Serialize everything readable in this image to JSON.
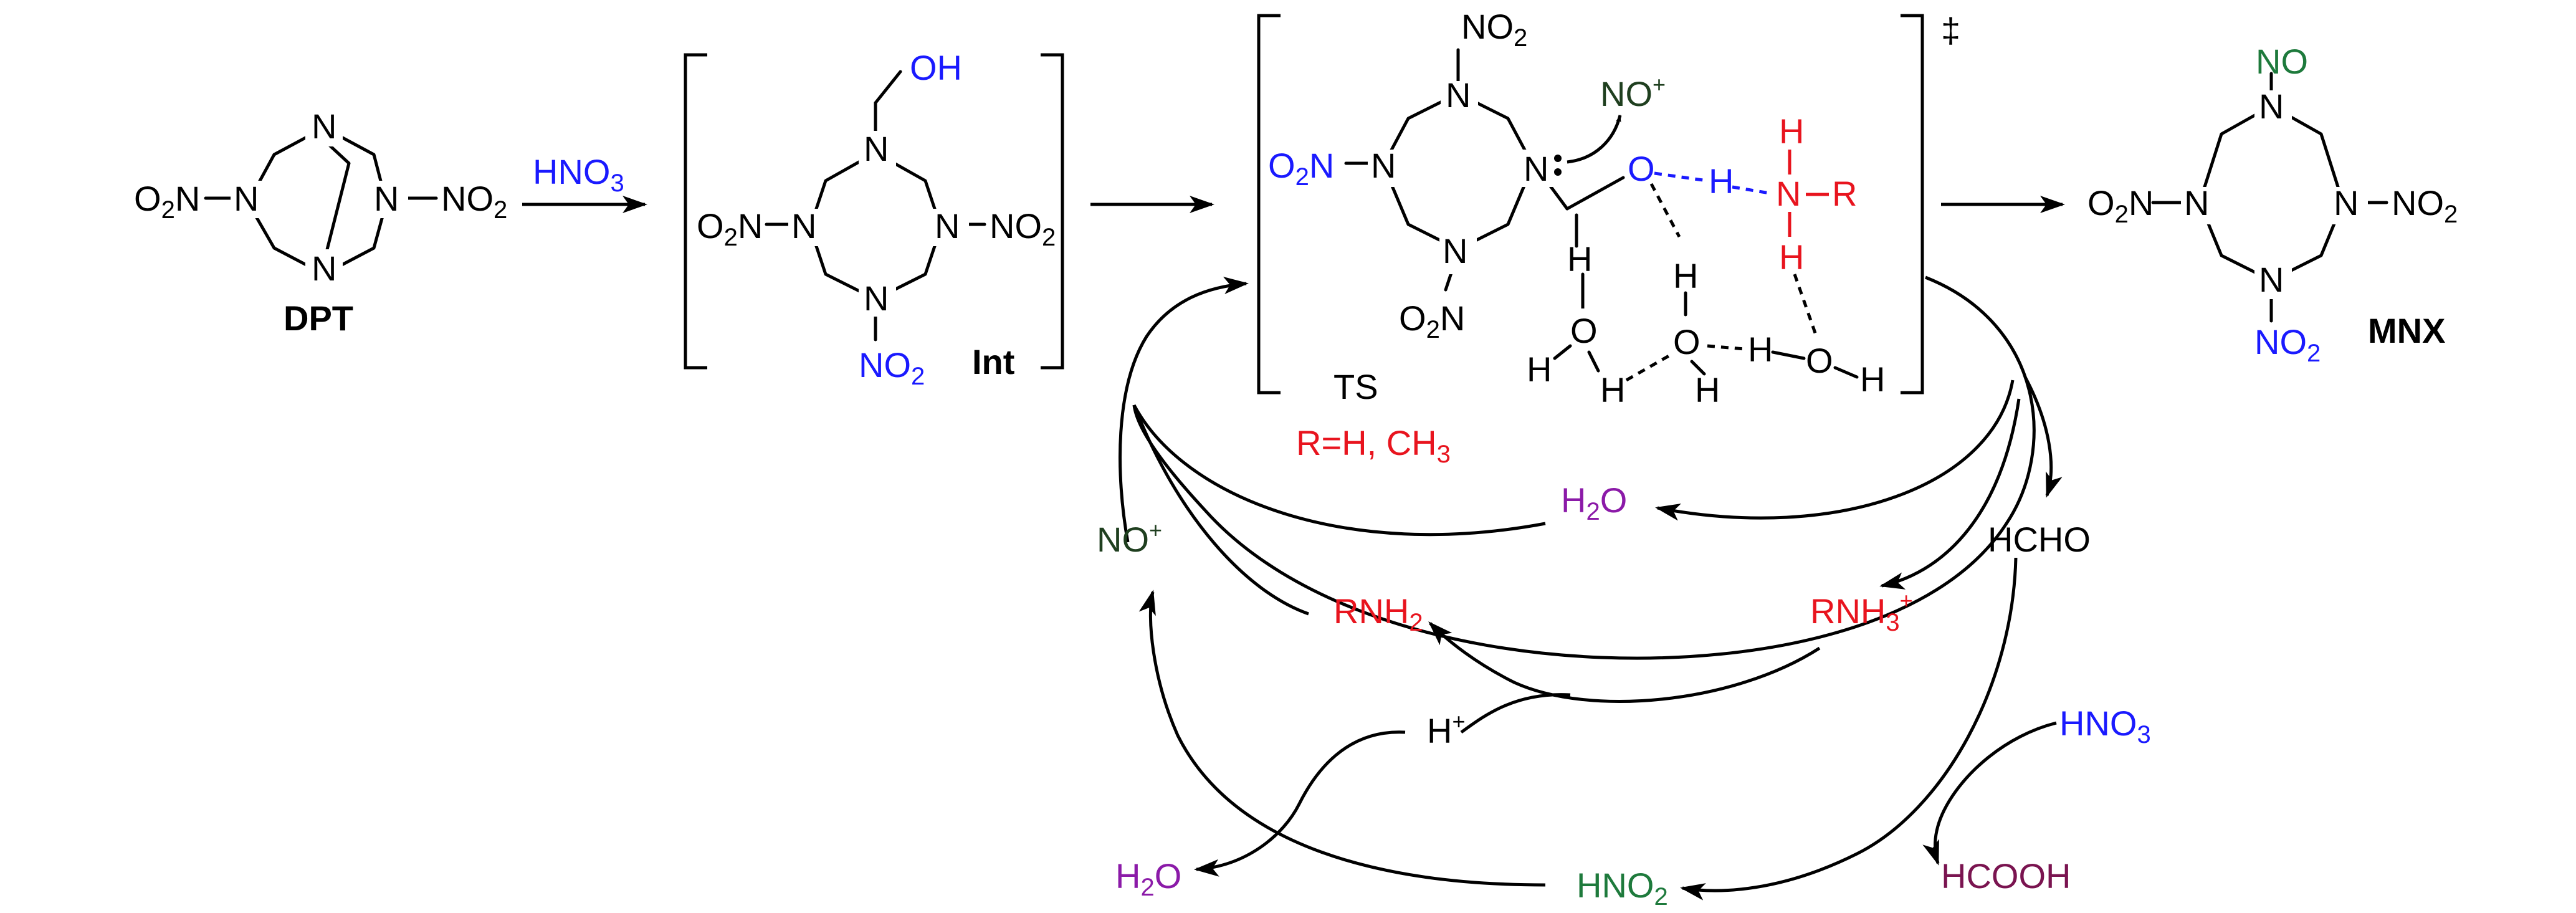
{
  "molecules": {
    "dpt": {
      "label": "DPT",
      "N": "N",
      "left": "O2N",
      "right": "NO2"
    },
    "int": {
      "label": "Int",
      "N": "N",
      "OH": "OH",
      "left": "O2N",
      "right": "NO2",
      "bottom": "NO2"
    },
    "ts": {
      "label": "TS",
      "r_note": "R=H, CH3",
      "dagger": "‡",
      "N": "N",
      "top": "NO2",
      "left": "O2N",
      "bottom": "NO2",
      "nitrosonium": "NO+",
      "O": "O",
      "H": "H",
      "R": "R"
    },
    "mnx": {
      "label": "MNX",
      "N": "N",
      "top": "NO",
      "left": "O2N",
      "right": "NO2",
      "bottom": "NO2"
    }
  },
  "reagents": {
    "hno3_arrow": "HNO3"
  },
  "cycle": {
    "no_plus": "NO+",
    "h2o_top": "H2O",
    "hcho": "HCHO",
    "rnh2": "RNH2",
    "rnh3_plus": "RNH3+",
    "h_plus": "H+",
    "hno3": "HNO3",
    "h2o_bottom": "H2O",
    "hno2": "HNO2",
    "hcooh": "HCOOH"
  },
  "colors": {
    "black": "#000000",
    "blue": "#1a1aff",
    "red": "#e8141e",
    "green": "#1e7a3c",
    "dark_green": "#1f3f1f",
    "purple": "#8b1aa8",
    "maroon": "#7a1450"
  }
}
